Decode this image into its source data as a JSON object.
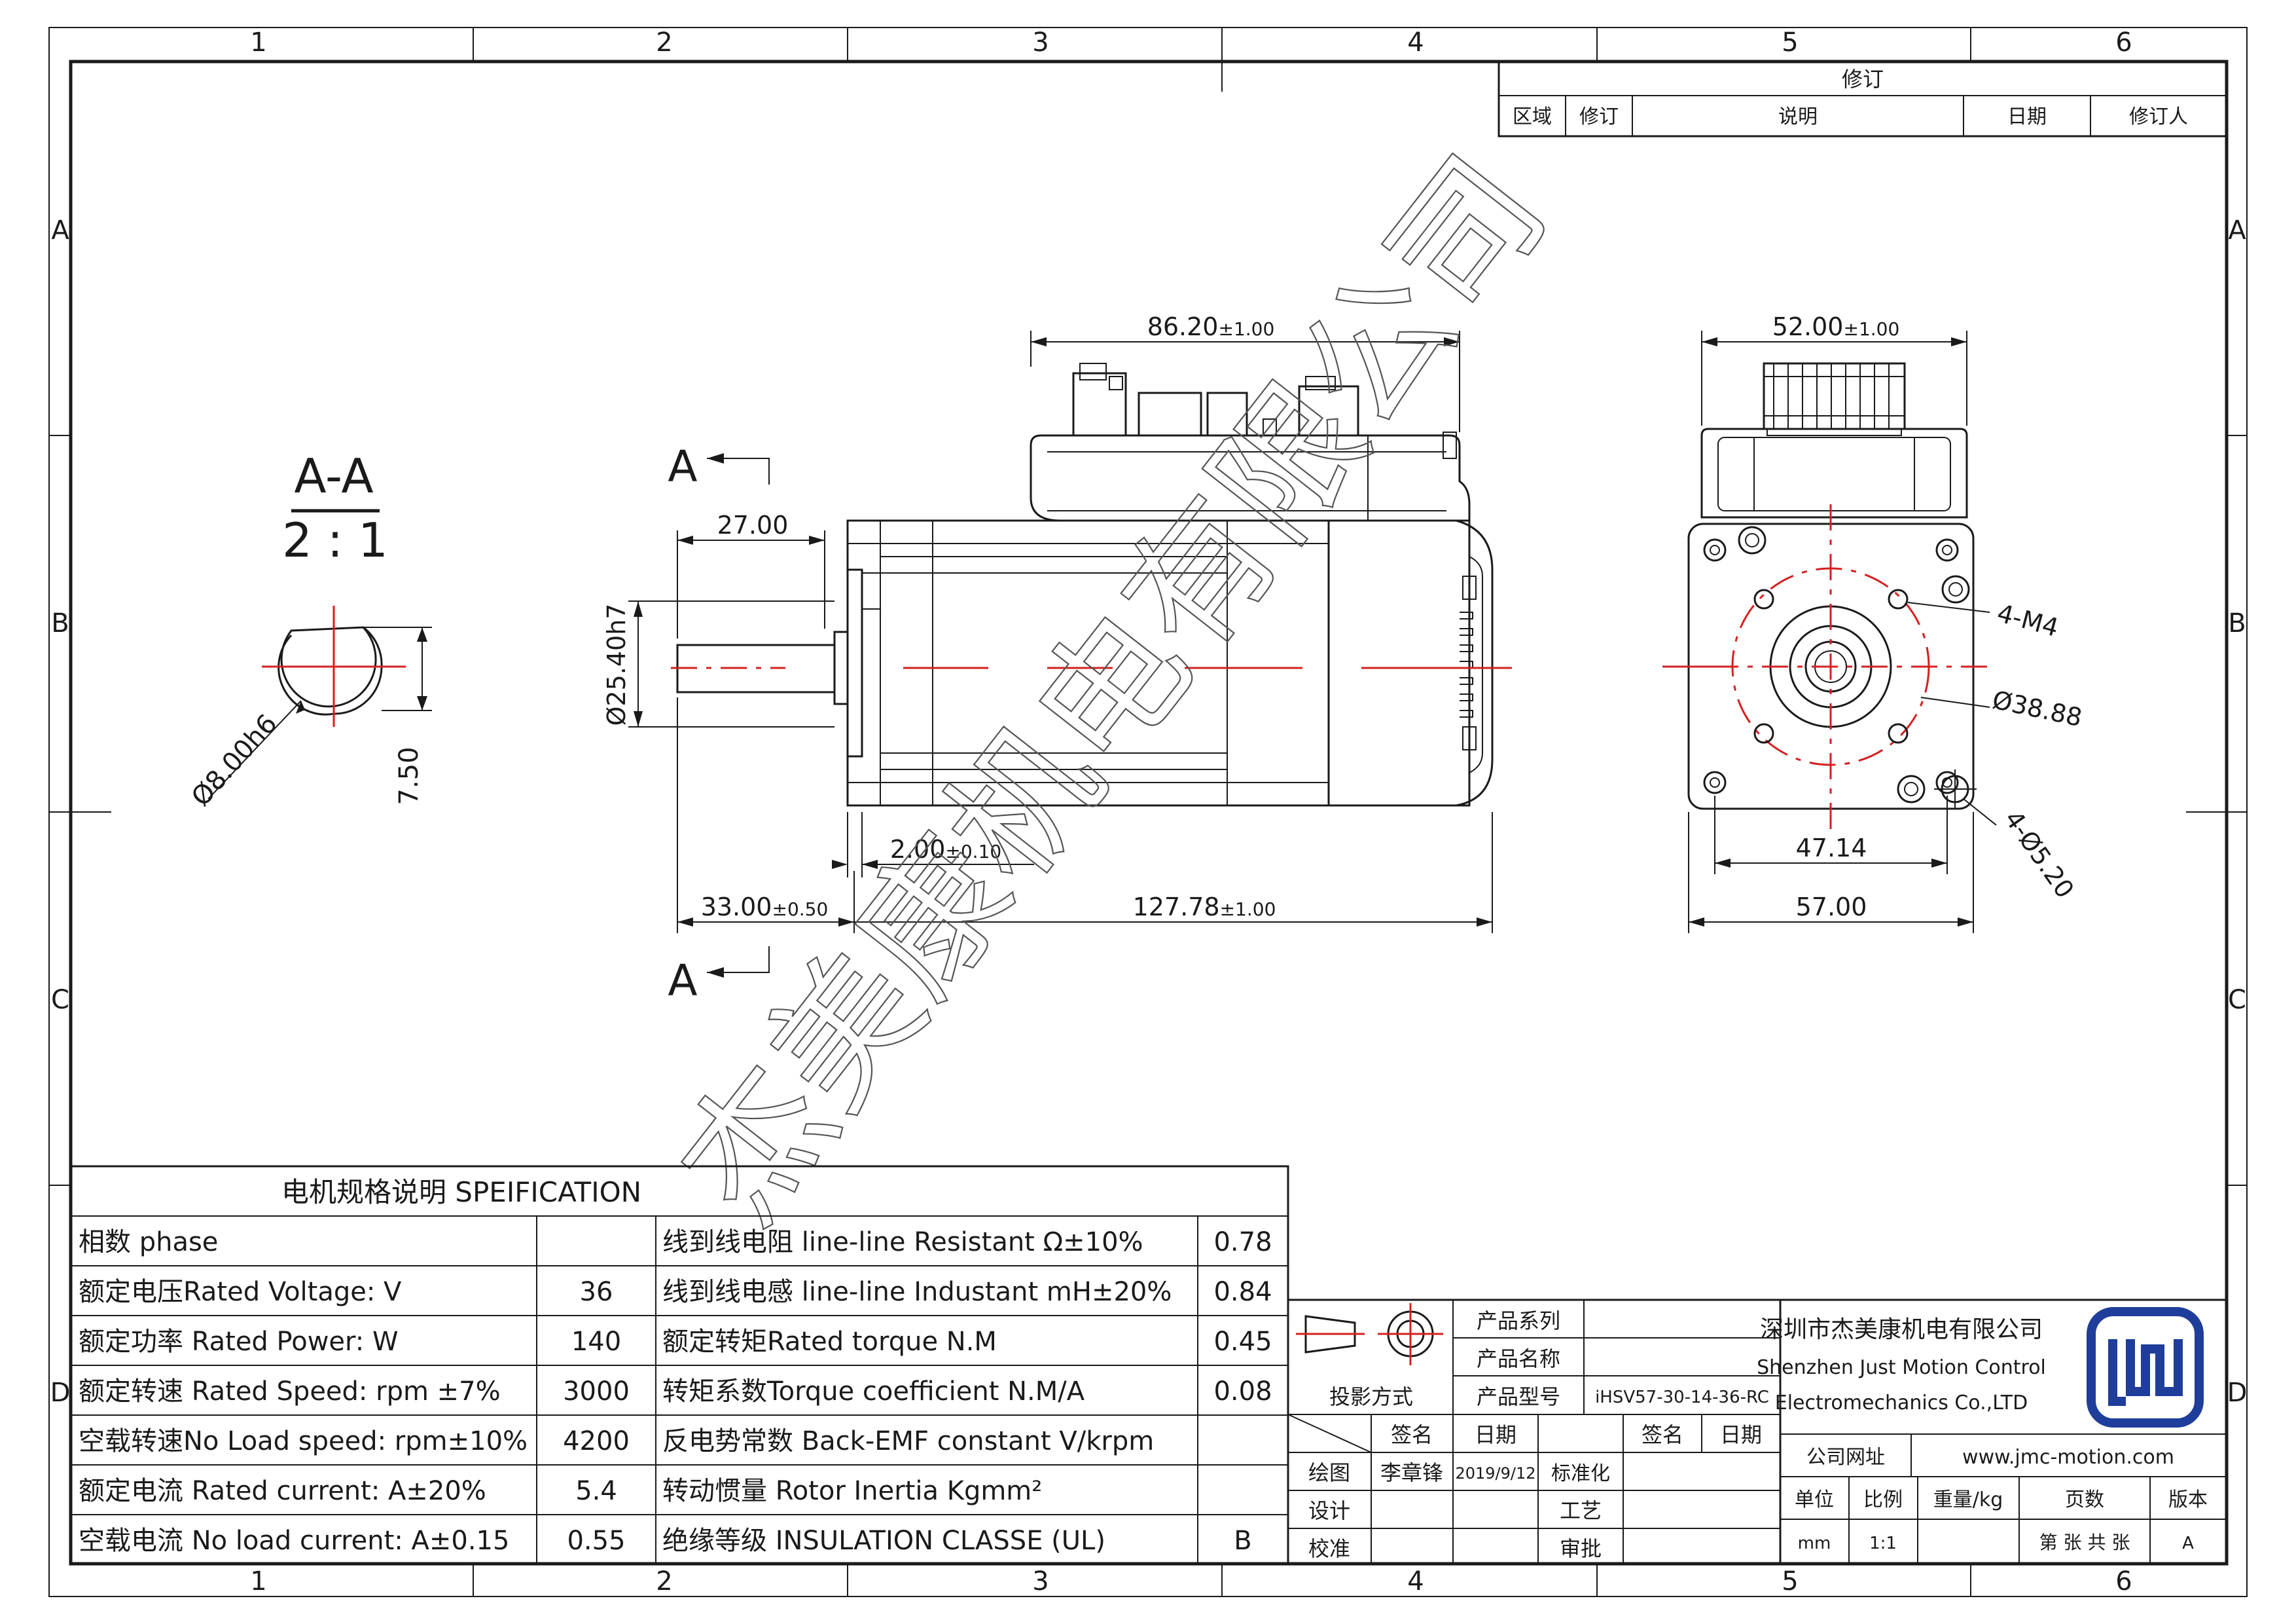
{
  "border": {
    "col_labels": [
      "1",
      "2",
      "3",
      "4",
      "5",
      "6"
    ],
    "row_labels": [
      "A",
      "B",
      "C",
      "D"
    ]
  },
  "revision": {
    "title": "修订",
    "headers": [
      "区域",
      "修订",
      "说明",
      "日期",
      "修订人"
    ]
  },
  "section": {
    "label": "A-A",
    "scale": "2 : 1",
    "dia": "Ø8.00h6",
    "flat": "7.50"
  },
  "side_view": {
    "cut_label_top": "A",
    "cut_label_bottom": "A",
    "dim_top": "86.20",
    "dim_top_tol": "±1.00",
    "dim_shaft": "27.00",
    "dim_pilot": "Ø25.40h7",
    "dim_flange": "2.00",
    "dim_flange_tol": "±0.10",
    "dim_shaft_len": "33.00",
    "dim_shaft_len_tol": "±0.50",
    "dim_body": "127.78",
    "dim_body_tol": "±1.00"
  },
  "front_view": {
    "dim_top": "52.00",
    "dim_top_tol": "±1.00",
    "holes": "4-M4",
    "pcd": "Ø38.88",
    "mount": "4-Ø5.20",
    "dim_hole": "47.14",
    "dim_width": "57.00"
  },
  "watermark": "杰美康机电有限公司",
  "spec": {
    "title": "电机规格说明 SPEIFICATION",
    "left": [
      {
        "label": "相数 phase",
        "value": ""
      },
      {
        "label": "额定电压Rated Voltage: V",
        "value": "36"
      },
      {
        "label": "额定功率 Rated Power:  W",
        "value": "140"
      },
      {
        "label": "额定转速 Rated Speed: rpm ±7%",
        "value": "3000"
      },
      {
        "label": "空载转速No Load speed: rpm±10%",
        "value": "4200"
      },
      {
        "label": "额定电流 Rated current: A±20%",
        "value": "5.4"
      },
      {
        "label": "空载电流 No load current: A±0.15",
        "value": "0.55"
      }
    ],
    "right": [
      {
        "label": "线到线电阻 line-line Resistant Ω±10%",
        "value": "0.78"
      },
      {
        "label": "线到线电感 line-line Industant mH±20%",
        "value": "0.84"
      },
      {
        "label": "额定转矩Rated torque N.M",
        "value": "0.45"
      },
      {
        "label": "转矩系数Torque coefficient N.M/A",
        "value": "0.08"
      },
      {
        "label": "反电势常数 Back-EMF constant V/krpm",
        "value": ""
      },
      {
        "label": "转动惯量 Rotor Inertia Kgmm²",
        "value": ""
      },
      {
        "label": "绝缘等级 INSULATION CLASSE (UL)",
        "value": "B"
      }
    ]
  },
  "title_block": {
    "product_series": "产品系列",
    "product_name": "产品名称",
    "product_model": "产品型号",
    "model_value": "iHSV57-30-14-36-RC",
    "projection": "投影方式",
    "sign": "签名",
    "date": "日期",
    "sign2": "签名",
    "date2": "日期",
    "drawn": "绘图",
    "drawn_name": "李章锋",
    "drawn_date": "2019/9/12",
    "standardize": "标准化",
    "design": "设计",
    "process": "工艺",
    "check": "校准",
    "approve": "审批",
    "company_cn": "深圳市杰美康机电有限公司",
    "company_en1": "Shenzhen Just Motion Control",
    "company_en2": "Electromechanics Co.,LTD",
    "website_label": "公司网址",
    "website": "www.jmc-motion.com",
    "unit": "单位",
    "scale": "比例",
    "weight": "重量/kg",
    "pages": "页数",
    "version": "版本",
    "unit_val": "mm",
    "scale_val": "1:1",
    "pages_val": "第 张 共 张",
    "version_val": "A"
  },
  "colors": {
    "line": "#1a1a1a",
    "center": "#d42020",
    "logo": "#1f3d9a"
  }
}
